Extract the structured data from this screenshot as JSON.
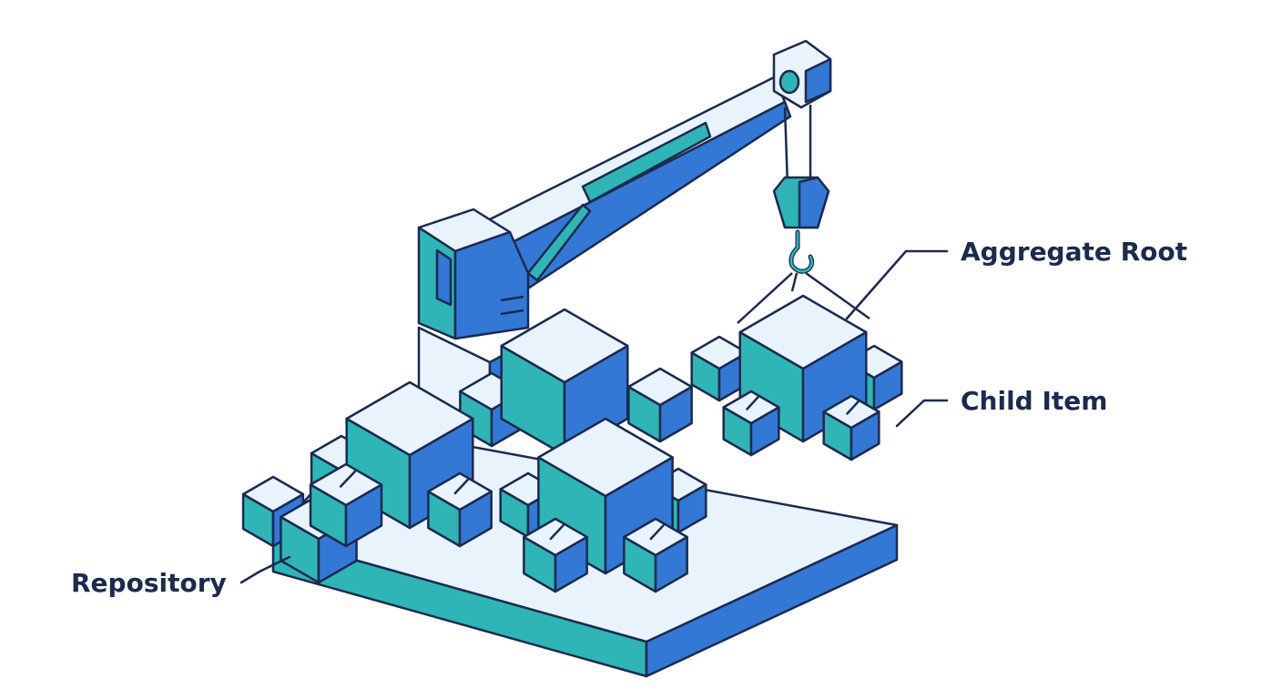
{
  "labels": {
    "aggregate_root": "Aggregate Root",
    "child_item": "Child Item",
    "repository": "Repository"
  },
  "colors": {
    "outline": "#1b2a4e",
    "top_face": "#e8f3fc",
    "teal_face": "#2fb5b5",
    "blue_face": "#3478d6",
    "label_text": "#1b2a4e"
  },
  "icons": {
    "crane": "crane-icon",
    "hook": "hook-icon",
    "cube": "cube-icon"
  }
}
